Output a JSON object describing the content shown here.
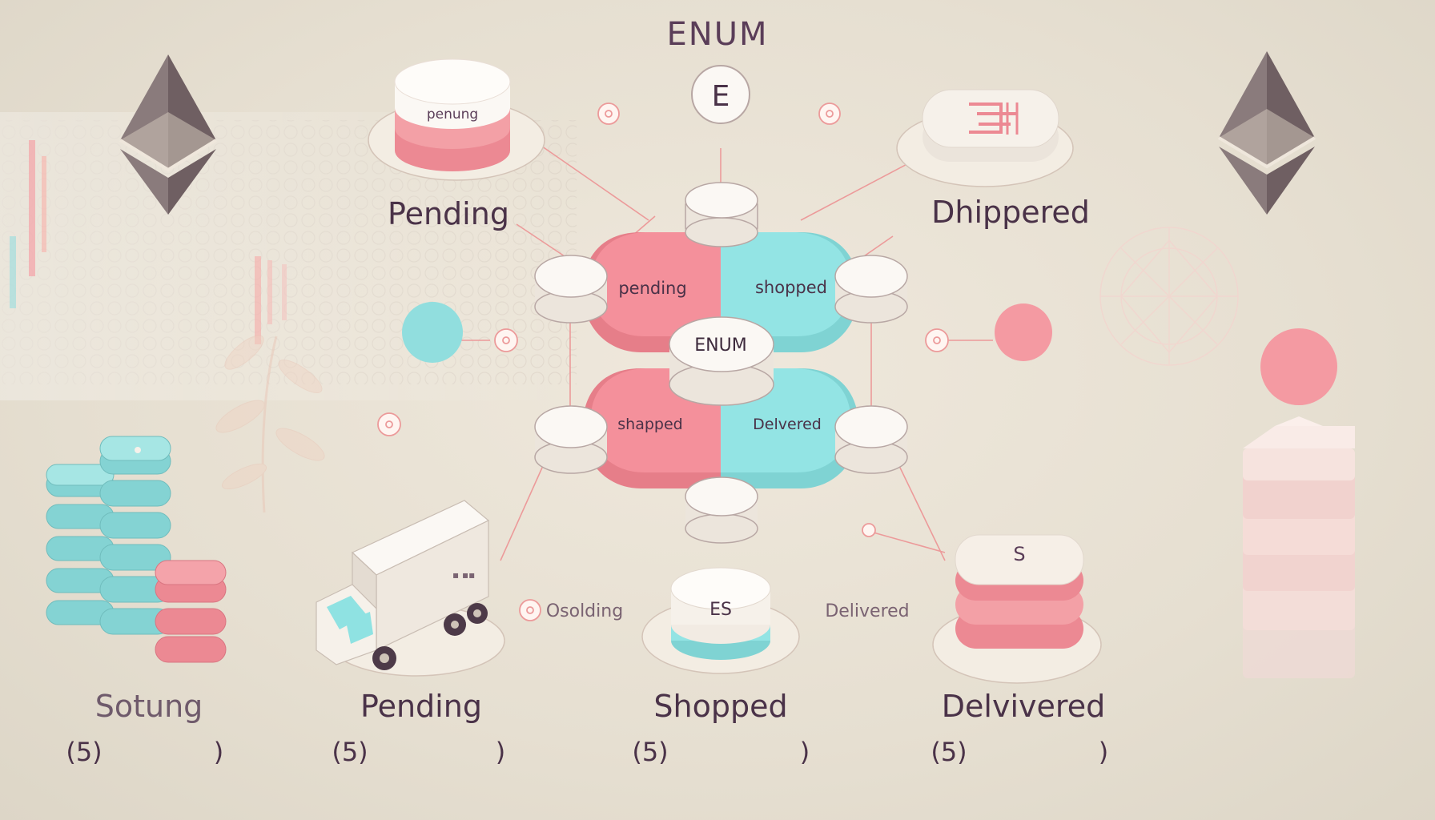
{
  "header": {
    "title": "ENUM",
    "badge": "E"
  },
  "hub": {
    "center": "ENUM",
    "quadrants": [
      "pending",
      "shopped",
      "shapped",
      "Delvered"
    ]
  },
  "nodes": {
    "top_left_disc": "penung",
    "top_left_label": "Pending",
    "top_right_label": "Dhippered",
    "bottom_mid_disc": "ES",
    "bottom_right_disc": "S",
    "side_left_text": "Osolding",
    "side_right_text": "Delivered"
  },
  "footer": [
    {
      "label": "Sotung",
      "count": "(5)",
      "close": ")"
    },
    {
      "label": "Pending",
      "count": "(5)",
      "close": ")"
    },
    {
      "label": "Shopped",
      "count": "(5)",
      "close": ")"
    },
    {
      "label": "Delvivered",
      "count": "(5)",
      "close": ")"
    }
  ],
  "colors": {
    "pink": "#f4909b",
    "teal": "#8fe2e2",
    "white": "#fbf8f4",
    "diamond": "#7e6e70",
    "line": "#ec9a9a",
    "text": "#4a3248"
  },
  "icons": [
    "ethereum-left-icon",
    "ethereum-right-icon",
    "delivery-truck-icon",
    "crystal-globe-icon",
    "leaf-icon"
  ]
}
